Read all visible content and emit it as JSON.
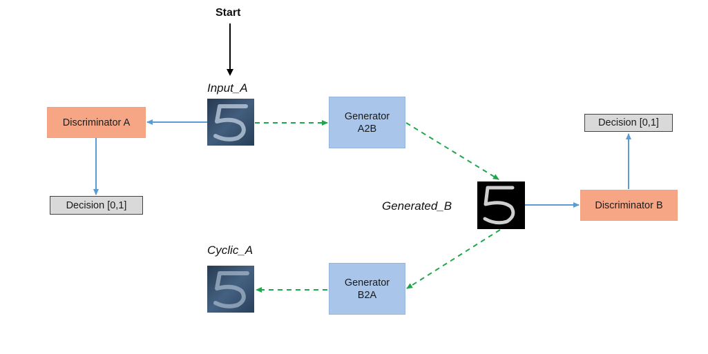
{
  "start_label": "Start",
  "labels": {
    "input_a": "Input_A",
    "generated_b": "Generated_B",
    "cyclic_a": "Cyclic_A"
  },
  "nodes": {
    "discriminator_a": "Discriminator A",
    "discriminator_b": "Discriminator B",
    "generator_a2b": {
      "line1": "Generator",
      "line2": "A2B"
    },
    "generator_b2a": {
      "line1": "Generator",
      "line2": "B2A"
    },
    "decision_a": "Decision [0,1]",
    "decision_b": "Decision [0,1]"
  },
  "images": {
    "digit": "5"
  },
  "colors": {
    "discriminator_fill": "#f7a685",
    "generator_fill": "#a9c5ea",
    "decision_fill": "#d9d9d9",
    "blue_arrow": "#5b9bd5",
    "green_dashed_arrow": "#1fa64a",
    "start_arrow": "#000000"
  }
}
